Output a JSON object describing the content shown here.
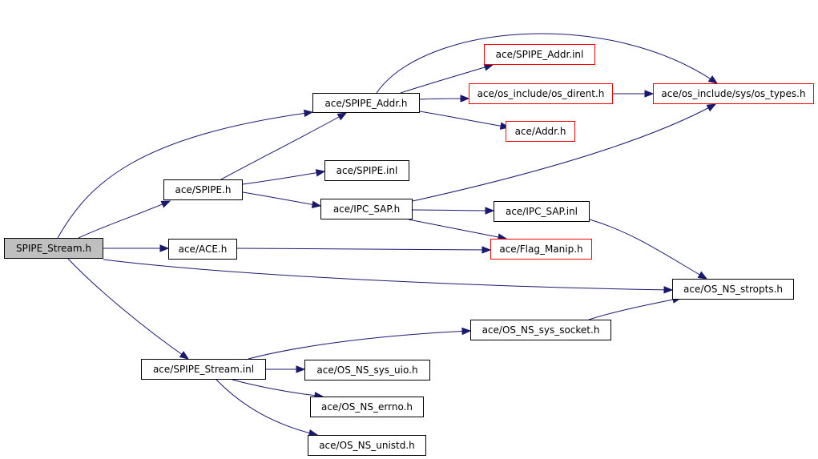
{
  "colors": {
    "edge": "#191970",
    "root_fill": "#bfbfbf",
    "external_border": "#ff0000",
    "node_border": "#000000"
  },
  "nodes": {
    "root": "SPIPE_Stream.h",
    "spipe_addr_h": "ace/SPIPE_Addr.h",
    "spipe_h": "ace/SPIPE.h",
    "ace_h": "ace/ACE.h",
    "spipe_stream_inl": "ace/SPIPE_Stream.inl",
    "spipe_addr_inl": "ace/SPIPE_Addr.inl",
    "os_dirent_h": "ace/os_include/os_dirent.h",
    "addr_h": "ace/Addr.h",
    "spipe_inl": "ace/SPIPE.inl",
    "ipc_sap_h": "ace/IPC_SAP.h",
    "os_types_h": "ace/os_include/sys/os_types.h",
    "ipc_sap_inl": "ace/IPC_SAP.inl",
    "flag_manip_h": "ace/Flag_Manip.h",
    "os_ns_stropts_h": "ace/OS_NS_stropts.h",
    "os_ns_sys_socket_h": "ace/OS_NS_sys_socket.h",
    "os_ns_sys_uio_h": "ace/OS_NS_sys_uio.h",
    "os_ns_errno_h": "ace/OS_NS_errno.h",
    "os_ns_unistd_h": "ace/OS_NS_unistd.h"
  },
  "edges": [
    [
      "root",
      "spipe_addr_h"
    ],
    [
      "root",
      "spipe_h"
    ],
    [
      "root",
      "ace_h"
    ],
    [
      "root",
      "os_ns_stropts_h"
    ],
    [
      "root",
      "spipe_stream_inl"
    ],
    [
      "spipe_h",
      "spipe_addr_h"
    ],
    [
      "spipe_h",
      "spipe_inl"
    ],
    [
      "spipe_h",
      "ipc_sap_h"
    ],
    [
      "ace_h",
      "flag_manip_h"
    ],
    [
      "spipe_addr_h",
      "spipe_addr_inl"
    ],
    [
      "spipe_addr_h",
      "os_dirent_h"
    ],
    [
      "spipe_addr_h",
      "addr_h"
    ],
    [
      "spipe_addr_h",
      "os_types_h"
    ],
    [
      "os_dirent_h",
      "os_types_h"
    ],
    [
      "ipc_sap_h",
      "os_types_h"
    ],
    [
      "ipc_sap_h",
      "ipc_sap_inl"
    ],
    [
      "ipc_sap_h",
      "flag_manip_h"
    ],
    [
      "ipc_sap_inl",
      "os_ns_stropts_h"
    ],
    [
      "os_ns_sys_socket_h",
      "os_ns_stropts_h"
    ],
    [
      "spipe_stream_inl",
      "os_ns_sys_socket_h"
    ],
    [
      "spipe_stream_inl",
      "os_ns_sys_uio_h"
    ],
    [
      "spipe_stream_inl",
      "os_ns_errno_h"
    ],
    [
      "spipe_stream_inl",
      "os_ns_unistd_h"
    ]
  ]
}
